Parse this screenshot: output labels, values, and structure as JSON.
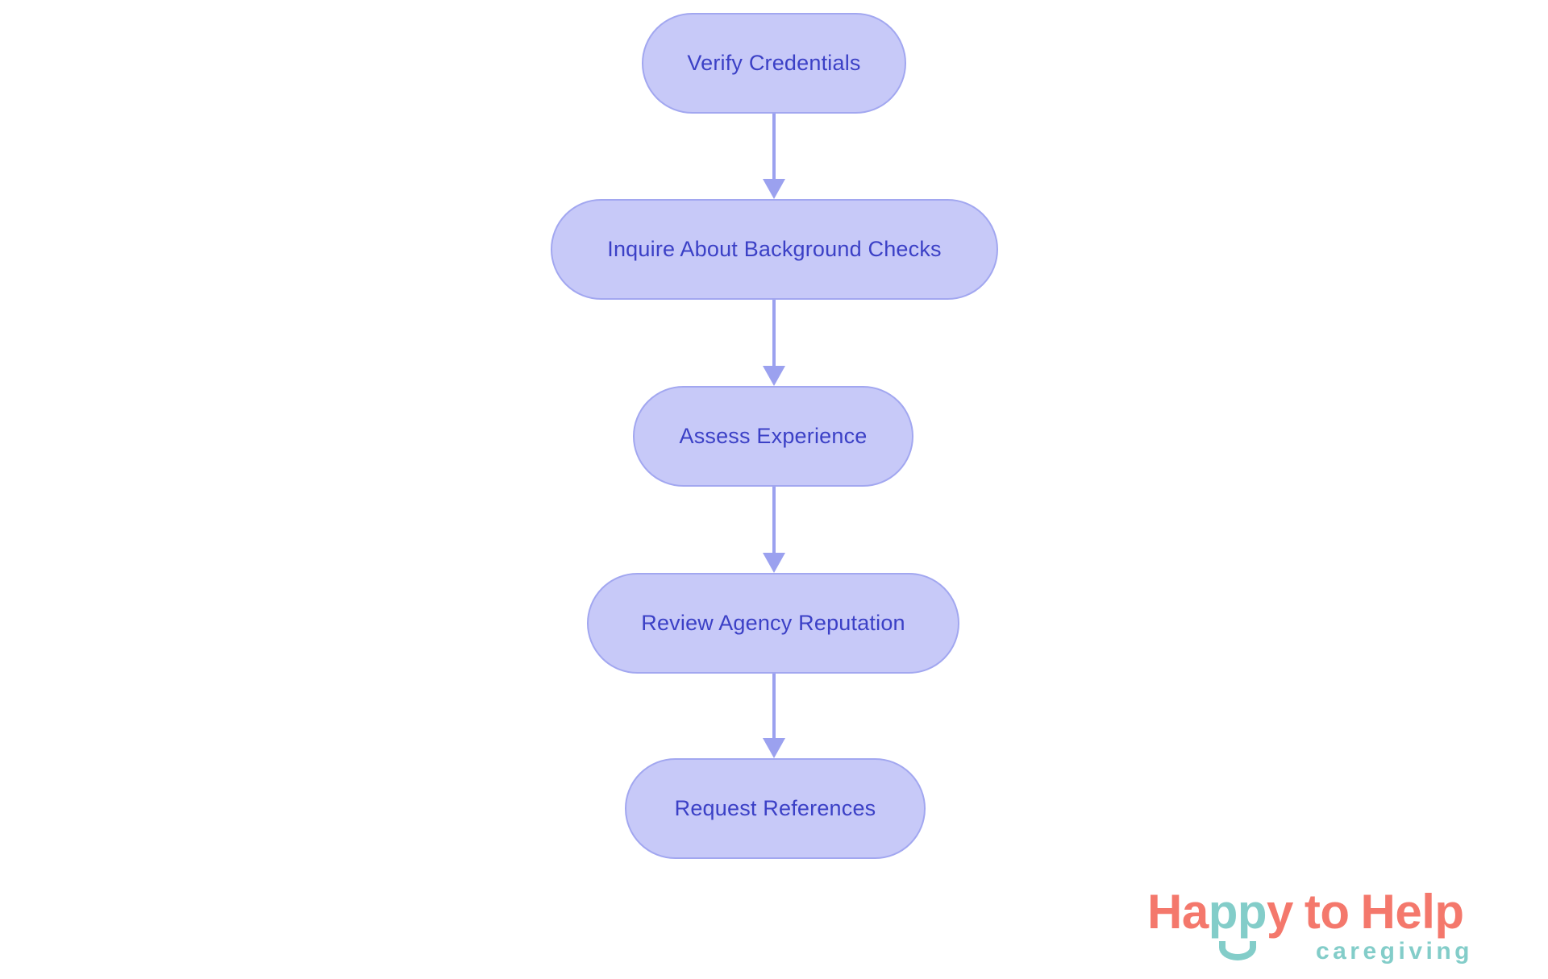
{
  "flowchart": {
    "nodes": [
      {
        "id": "verify-credentials",
        "label": "Verify Credentials"
      },
      {
        "id": "inquire-background-checks",
        "label": "Inquire About Background Checks"
      },
      {
        "id": "assess-experience",
        "label": "Assess Experience"
      },
      {
        "id": "review-agency-reputation",
        "label": "Review Agency Reputation"
      },
      {
        "id": "request-references",
        "label": "Request References"
      }
    ],
    "colors": {
      "node_fill": "#c7c9f8",
      "node_border": "#a2a7f0",
      "node_text": "#3b40c6",
      "arrow": "#9ba1ef"
    }
  },
  "logo": {
    "wordmark": {
      "part1": "Ha",
      "part2": "pp",
      "part3": "y",
      "part4": "to",
      "part5": "Help"
    },
    "tagline": "caregiving",
    "colors": {
      "coral": "#f4786c",
      "teal": "#83cdc9"
    }
  }
}
